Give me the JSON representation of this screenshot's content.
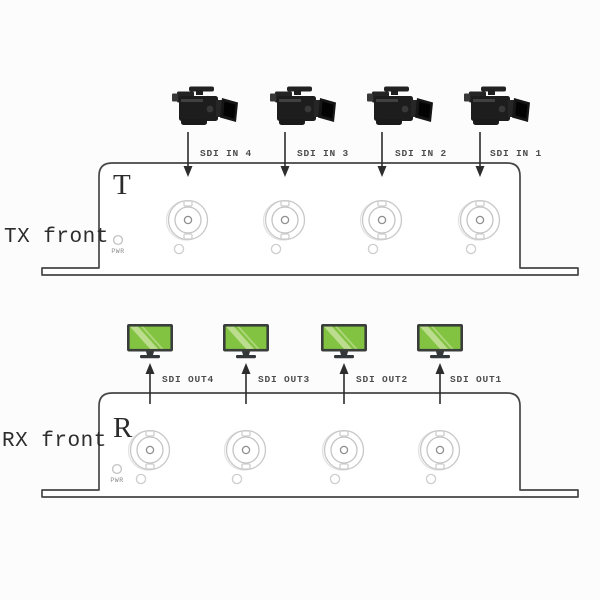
{
  "colors": {
    "background": "#fcfcfc",
    "chassis_outline": "#464646",
    "arrow": "#2d2d2d",
    "text": "#3e3e3e",
    "connector_stroke": "#c8c8c8",
    "monitor_frame": "#3a3e3b",
    "monitor_screen": "#82c341",
    "monitor_highlight": "#cfe6a8",
    "camera_body": "#1d1d1d",
    "led_stroke": "#c2c2c2"
  },
  "icons": {
    "source_device": "video-camera-icon",
    "sink_device": "lcd-monitor-icon",
    "port": "bnc-connector-icon",
    "power": "power-led-icon",
    "signal_in": "arrow-down-icon",
    "signal_out": "arrow-up-icon"
  },
  "tx": {
    "side_label": "TX front",
    "panel_letter": "T",
    "pwr_label": "PWR",
    "ports": [
      {
        "label": "SDI IN 4",
        "device": "camera"
      },
      {
        "label": "SDI IN 3",
        "device": "camera"
      },
      {
        "label": "SDI IN 2",
        "device": "camera"
      },
      {
        "label": "SDI IN 1",
        "device": "camera"
      }
    ]
  },
  "rx": {
    "side_label": "RX front",
    "panel_letter": "R",
    "pwr_label": "PWR",
    "ports": [
      {
        "label": "SDI OUT4",
        "device": "monitor"
      },
      {
        "label": "SDI OUT3",
        "device": "monitor"
      },
      {
        "label": "SDI OUT2",
        "device": "monitor"
      },
      {
        "label": "SDI OUT1",
        "device": "monitor"
      }
    ]
  }
}
